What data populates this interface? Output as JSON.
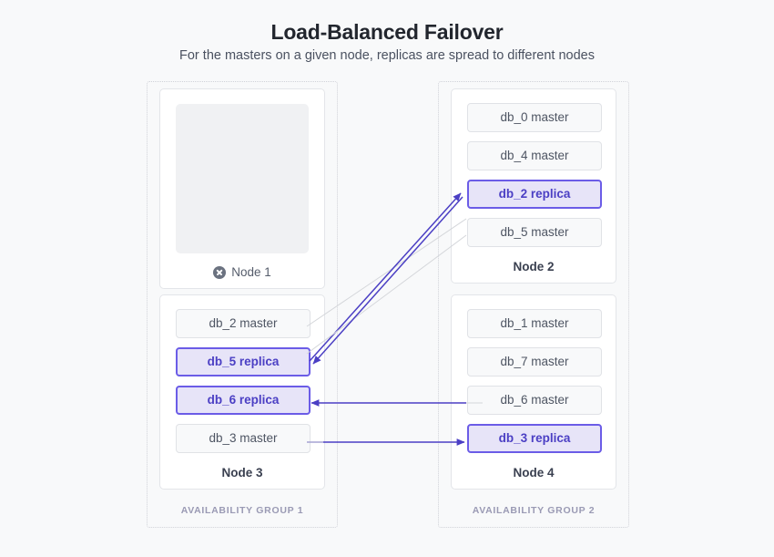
{
  "header": {
    "title": "Load-Balanced Failover",
    "subtitle": "For the masters on a given node, replicas are spread to different nodes"
  },
  "colors": {
    "page_background": "#f8f9fa",
    "replica_border": "#6b5ce7",
    "replica_fill": "#e7e4f8",
    "replica_text": "#4b3fc4",
    "master_fill": "#f8f9fa",
    "master_border": "#e0e2e6",
    "master_text": "#4e5563",
    "arrow_purple": "#4b3fc4",
    "connector_grey": "#d4d6da",
    "group_label": "#9a9ab4",
    "failed_icon": "#6b7280"
  },
  "availability_groups": [
    {
      "id": "ag1",
      "label": "AVAILABILITY GROUP 1"
    },
    {
      "id": "ag2",
      "label": "AVAILABILITY GROUP 2"
    }
  ],
  "nodes": [
    {
      "id": "node1",
      "label": "Node 1",
      "status": "failed",
      "status_icon": "circle-x-icon",
      "empty": true,
      "databases": []
    },
    {
      "id": "node2",
      "label": "Node 2",
      "status": "healthy",
      "empty": false,
      "databases": [
        {
          "label": "db_0 master",
          "role": "master"
        },
        {
          "label": "db_4 master",
          "role": "master"
        },
        {
          "label": "db_2 replica",
          "role": "replica"
        },
        {
          "label": "db_5 master",
          "role": "master"
        }
      ]
    },
    {
      "id": "node3",
      "label": "Node 3",
      "status": "healthy",
      "empty": false,
      "databases": [
        {
          "label": "db_2 master",
          "role": "master"
        },
        {
          "label": "db_5 replica",
          "role": "replica"
        },
        {
          "label": "db_6 replica",
          "role": "replica"
        },
        {
          "label": "db_3 master",
          "role": "master"
        }
      ]
    },
    {
      "id": "node4",
      "label": "Node 4",
      "status": "healthy",
      "empty": false,
      "databases": [
        {
          "label": "db_1 master",
          "role": "master"
        },
        {
          "label": "db_7 master",
          "role": "master"
        },
        {
          "label": "db_6 master",
          "role": "master"
        },
        {
          "label": "db_3 replica",
          "role": "replica"
        }
      ]
    }
  ],
  "replication_links": [
    {
      "from": "db_2 master (Node 3)",
      "to": "db_2 replica (Node 2)",
      "direction": "up-right"
    },
    {
      "from": "db_5 master (Node 2)",
      "to": "db_5 replica (Node 3)",
      "direction": "down-left"
    },
    {
      "from": "db_6 master (Node 4)",
      "to": "db_6 replica (Node 3)",
      "direction": "left"
    },
    {
      "from": "db_3 master (Node 3)",
      "to": "db_3 replica (Node 4)",
      "direction": "right"
    }
  ]
}
